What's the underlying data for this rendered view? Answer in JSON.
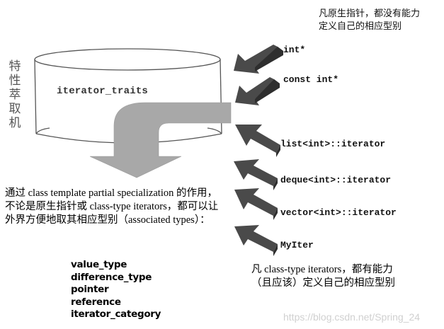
{
  "diagram": {
    "side_label": [
      "特",
      "性",
      "萃",
      "取",
      "机"
    ],
    "cylinder_label": "iterator_traits",
    "top_note": {
      "lines": [
        "凡原生指针，都没有能力",
        "定义自己的相应型别"
      ]
    },
    "inputs": [
      {
        "label": "int*",
        "arrow_direction": "down-left"
      },
      {
        "label": "const int*",
        "arrow_direction": "down-left"
      },
      {
        "label": "list<int>::iterator",
        "arrow_direction": "up-left"
      },
      {
        "label": "deque<int>::iterator",
        "arrow_direction": "up-left"
      },
      {
        "label": "vector<int>::iterator",
        "arrow_direction": "up-left"
      },
      {
        "label": "MyIter",
        "arrow_direction": "up-left"
      }
    ],
    "explanation": {
      "lines": [
        "通过 class template partial specialization 的作用，",
        "不论是原生指针或 class-type iterators，都可以让",
        "外界方便地取其相应型别（associated types）："
      ]
    },
    "associated_types": [
      "value_type",
      "difference_type",
      "pointer",
      "reference",
      "iterator_category"
    ],
    "bottom_note": {
      "lines": [
        "凡 class-type iterators，都有能力",
        "（且应该）定义自己的相应型别"
      ]
    },
    "watermark": "https://blog.csdn.net/Spring_24",
    "colors": {
      "output_arrow": "#a8a8a8",
      "input_arrow": "#4a4a4a",
      "input_arrow_side": "#2e2e2e",
      "cylinder_stroke": "#555555"
    }
  }
}
